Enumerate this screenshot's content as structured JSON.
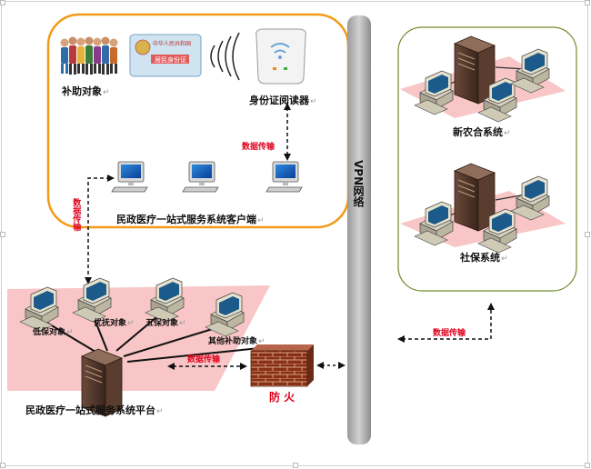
{
  "diagram": {
    "beneficiaries": "补助对象",
    "id_reader": "身份证阅读器",
    "client_side": "民政医疗一站式服务系统客户端",
    "vpn_network": "VPN网络",
    "ncms_system": "新农合系统",
    "social_security_system": "社保系统",
    "data_transfer": "数据传输",
    "low_income": "低保对象",
    "special_care": "优抚对象",
    "five_guarantee": "五保对象",
    "other_beneficiaries": "其他补助对象",
    "firewall": "防 火",
    "platform": "民政医疗一站式服务系统平台",
    "id_card_title": "中华人民共和国",
    "id_card_subtitle": "居民身份证",
    "paragraph_mark": "↵"
  }
}
